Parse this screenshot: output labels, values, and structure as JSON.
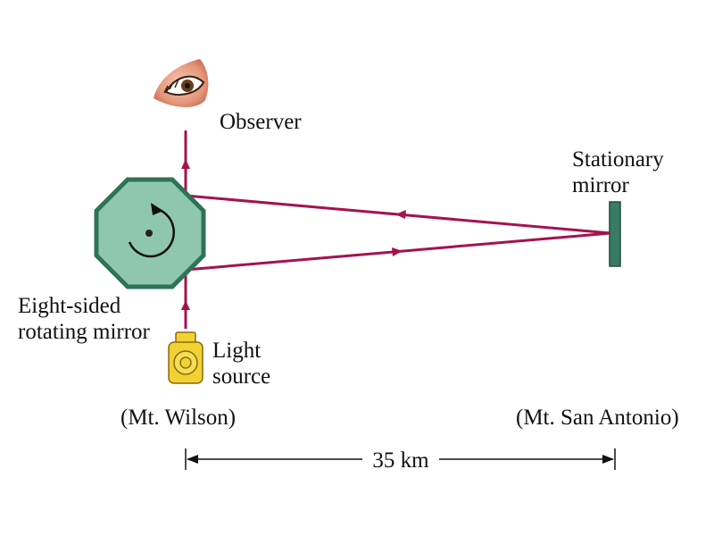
{
  "labels": {
    "observer": "Observer",
    "stationary_mirror_line1": "Stationary",
    "stationary_mirror_line2": "mirror",
    "rotating_mirror_line1": "Eight-sided",
    "rotating_mirror_line2": "rotating mirror",
    "light_source_line1": "Light",
    "light_source_line2": "source",
    "site_left": "(Mt. Wilson)",
    "site_right": "(Mt. San Antonio)",
    "distance": "35 km"
  },
  "colors": {
    "beam": "#a5124f",
    "mirror_fill": "#8fc7ae",
    "mirror_stroke": "#2e7358",
    "stationary_mirror": "#3a7c63",
    "source_body": "#f2d232",
    "source_stroke": "#8a6a10",
    "dimension_line": "#111111"
  },
  "icons": {
    "observer": "eye-icon",
    "source": "lamp-icon",
    "rotation": "rotation-arrow-icon"
  }
}
